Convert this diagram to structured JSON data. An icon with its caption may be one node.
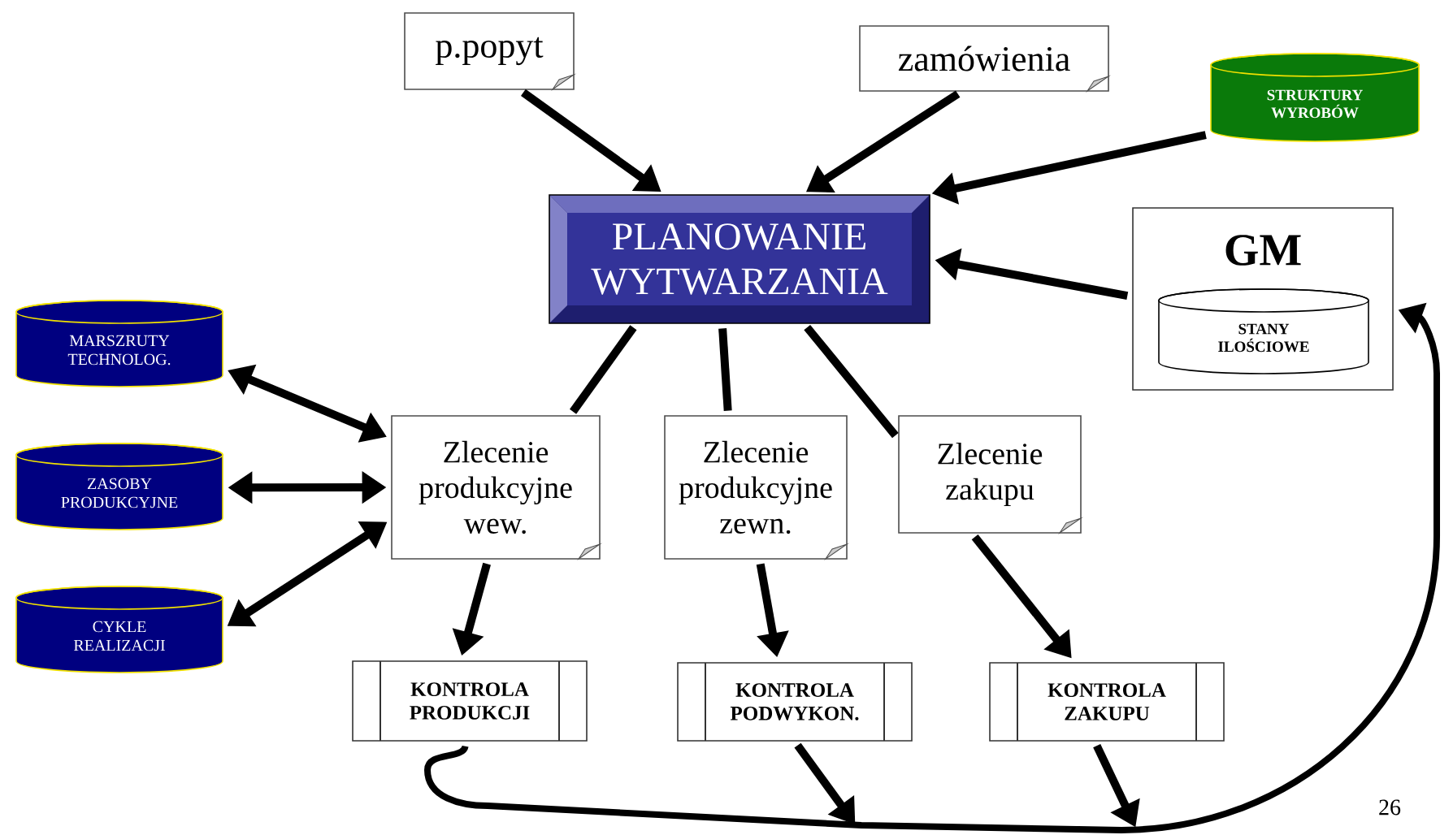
{
  "diagram": {
    "nodes": [
      {
        "text": [
          "p.popyt"
        ]
      },
      {
        "text": [
          "zamówienia"
        ]
      },
      {
        "text": [
          "STRUKTURY WYROBÓW"
        ]
      },
      {
        "text": [
          "PLANOWANIE WYTWARZANIA"
        ]
      },
      {
        "text": [
          "GM"
        ]
      },
      {
        "text": [
          "STANY ILOŚCIOWE"
        ],
        "in": 4
      },
      {
        "text": [
          "MARSZRUTY TECHNOLOG."
        ]
      },
      {
        "text": [
          "ZASOBY PRODUKCYJNE"
        ]
      },
      {
        "text": [
          "CYKLE REALIZACJI"
        ]
      },
      {
        "text": [
          "Zlecenie produkcyjne wew."
        ]
      },
      {
        "text": [
          "Zlecenie produkcyjne zewn."
        ]
      },
      {
        "text": [
          "Zlecenie zakupu"
        ]
      },
      {
        "text": [
          "KONTROLA PRODUKCJI"
        ]
      },
      {
        "text": [
          "KONTROLA PODWYKON."
        ]
      },
      {
        "text": [
          "KONTROLA ZAKUPU"
        ]
      }
    ],
    "edges": [
      {
        "from": 0,
        "to": 3,
        "arrow": "to"
      },
      {
        "from": 1,
        "to": 3,
        "arrow": "to"
      },
      {
        "from": 2,
        "to": 3,
        "arrow": "to"
      },
      {
        "from": 4,
        "to": 3,
        "arrow": "to"
      },
      {
        "from": 3,
        "to": 9,
        "arrow": "none"
      },
      {
        "from": 3,
        "to": 10,
        "arrow": "none"
      },
      {
        "from": 3,
        "to": 11,
        "arrow": "none"
      },
      {
        "from": 9,
        "to": 6,
        "arrow": "both"
      },
      {
        "from": 9,
        "to": 7,
        "arrow": "both"
      },
      {
        "from": 9,
        "to": 8,
        "arrow": "both"
      },
      {
        "from": 9,
        "to": 12,
        "arrow": "to"
      },
      {
        "from": 10,
        "to": 13,
        "arrow": "to"
      },
      {
        "from": 11,
        "to": 14,
        "arrow": "to"
      },
      {
        "from": 12,
        "to": 4,
        "arrow": "to"
      },
      {
        "from": 13,
        "to": null,
        "arrow": "to"
      },
      {
        "from": 14,
        "to": null,
        "arrow": "to"
      }
    ],
    "labels": [
      "26"
    ]
  }
}
